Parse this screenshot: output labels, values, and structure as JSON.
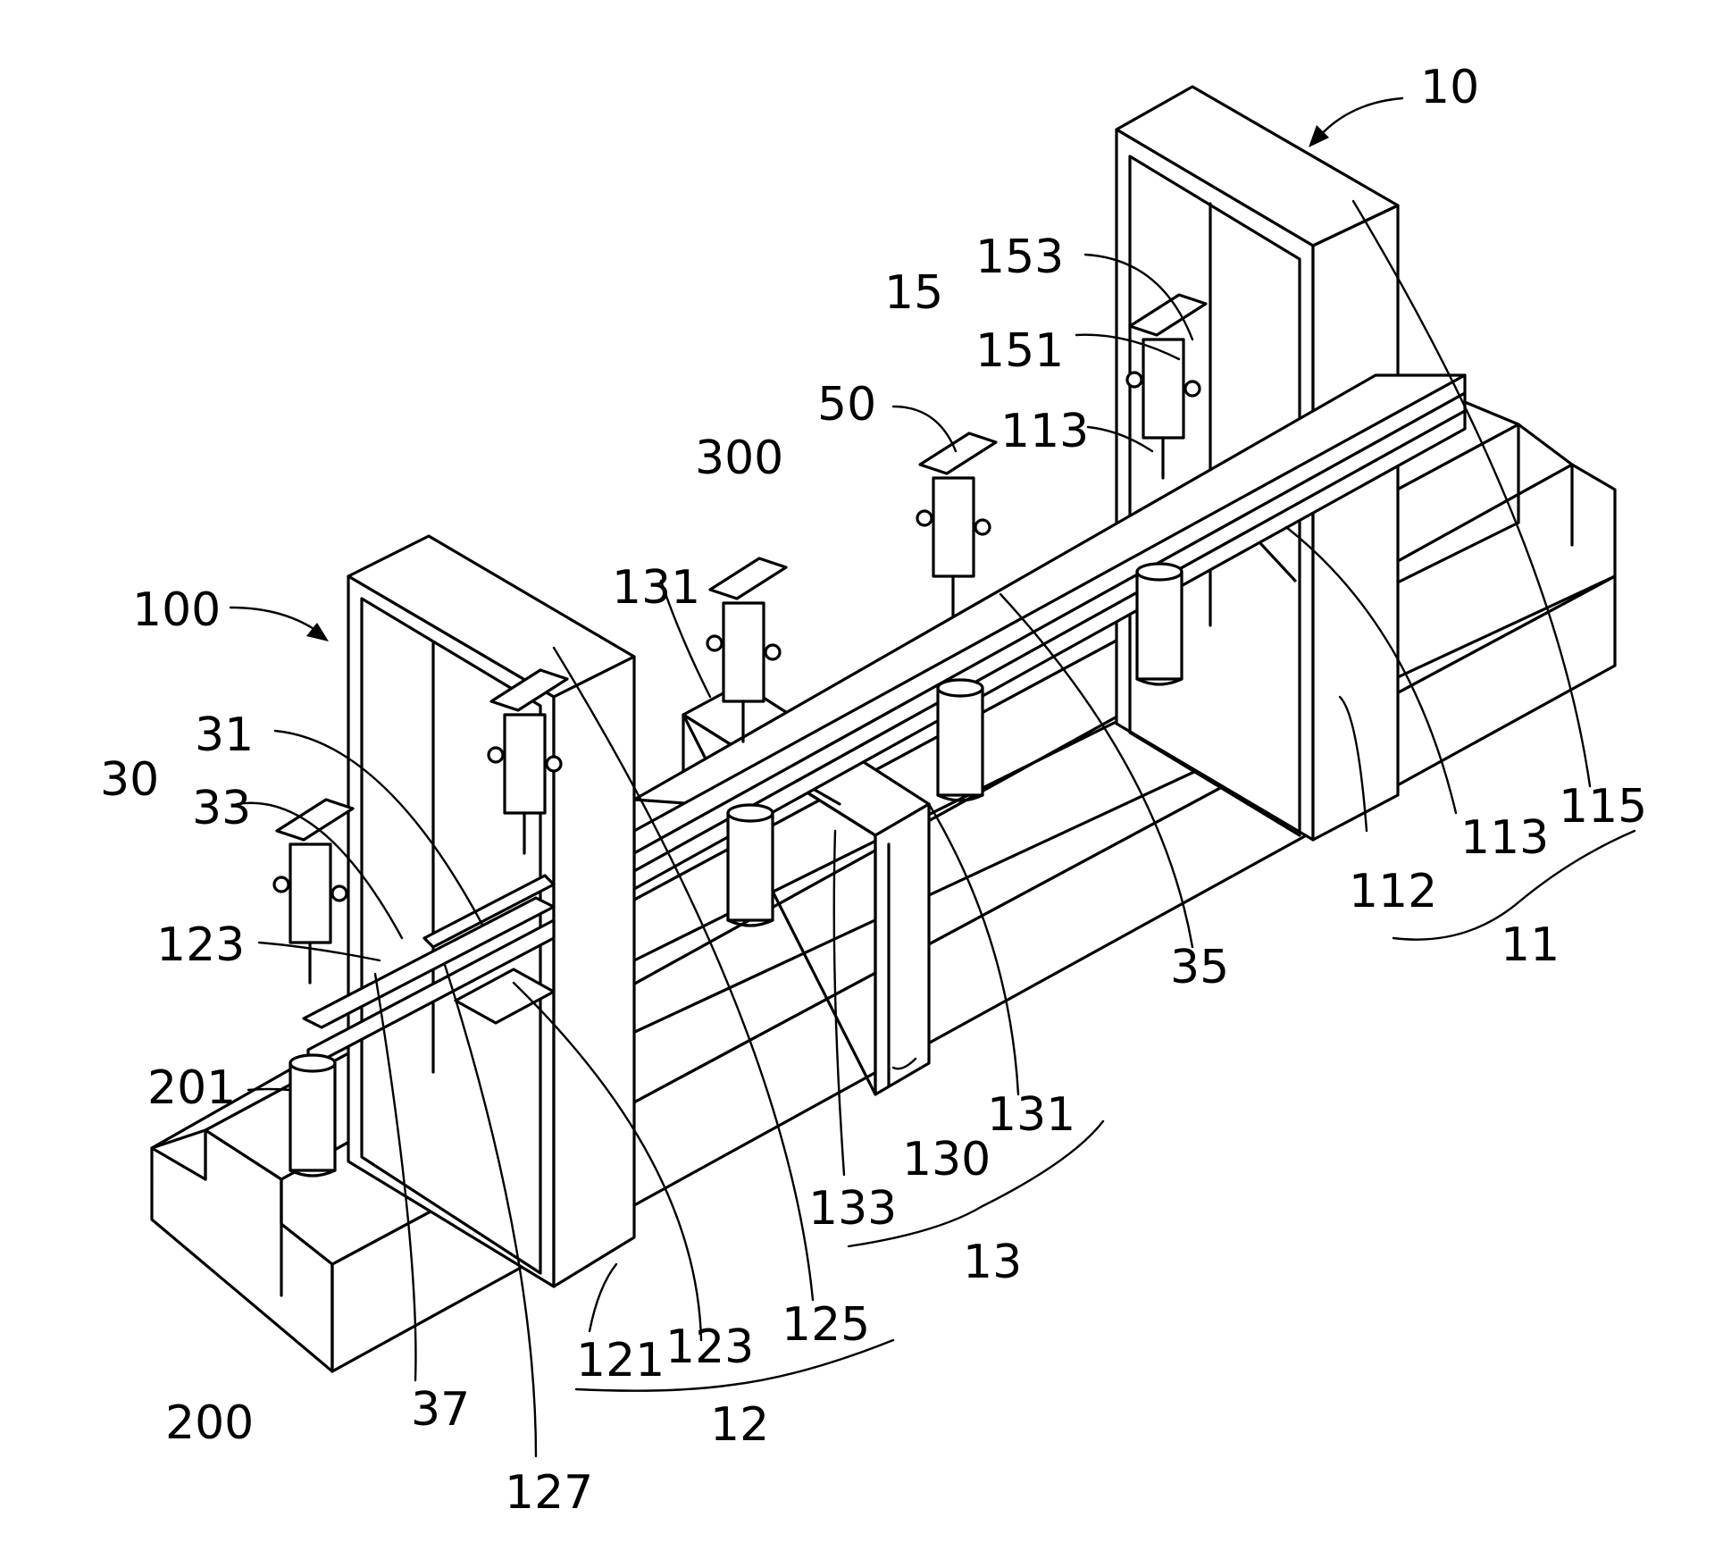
{
  "labels": {
    "l10": "10",
    "l100": "100",
    "l15": "15",
    "l153": "153",
    "l151": "151",
    "l50": "50",
    "l300": "300",
    "l113a": "113",
    "l131a": "131",
    "l30": "30",
    "l31": "31",
    "l33": "33",
    "l123a": "123",
    "l201": "201",
    "l200": "200",
    "l37": "37",
    "l127": "127",
    "l121": "121",
    "l123b": "123",
    "l125": "125",
    "l12": "12",
    "l133": "133",
    "l130": "130",
    "l131b": "131",
    "l13": "13",
    "l35": "35",
    "l112": "112",
    "l113b": "113",
    "l115": "115",
    "l11": "11"
  }
}
